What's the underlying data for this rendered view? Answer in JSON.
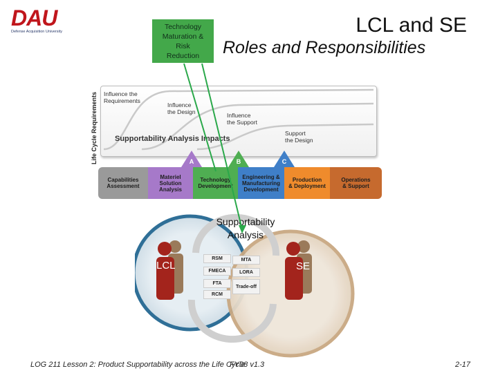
{
  "logo": {
    "text": "DAU",
    "subtitle": "Defense Acquisition University"
  },
  "tech_box": {
    "lines": [
      "Technology",
      "Maturation &",
      "Risk",
      "Reduction"
    ]
  },
  "title": {
    "line1": "LCL and SE",
    "line2": "Roles and Responsibilities"
  },
  "chart": {
    "y_axis": "Life Cycle Requirements",
    "curve_labels": [
      [
        "Influence the",
        "Requirements"
      ],
      [
        "Influence",
        "the Design"
      ],
      [
        "Influence",
        "the Support"
      ],
      [
        "Support",
        "the Design"
      ]
    ],
    "impacts": "Supportability Analysis Impacts",
    "milestones": [
      "A",
      "B",
      "C"
    ],
    "phases": [
      {
        "lines": [
          "Capabilities",
          "Assessment"
        ],
        "color": "#9a9a9a",
        "text": "#1e1e1e"
      },
      {
        "lines": [
          "Materiel",
          "Solution",
          "Analysis"
        ],
        "color": "#a679c9",
        "text": "#1e1e1e"
      },
      {
        "lines": [
          "Technology",
          "Development"
        ],
        "color": "#4fae52",
        "text": "#1e1e1e"
      },
      {
        "lines": [
          "Engineering &",
          "Manufacturing",
          "Development"
        ],
        "color": "#3f7fc8",
        "text": "#1e1e1e"
      },
      {
        "lines": [
          "Production",
          "& Deployment"
        ],
        "color": "#ef8b2c",
        "text": "#1e1e1e"
      },
      {
        "lines": [
          "Operations",
          "& Support"
        ],
        "color": "#c66a2e",
        "text": "#1e1e1e"
      }
    ]
  },
  "venn": {
    "center_label": [
      "Supportability",
      "Analysis"
    ],
    "left": "LCL",
    "right": "SE",
    "tools": [
      "RSM",
      "MTA",
      "FMECA",
      "LORA",
      "FTA",
      "Trade-off",
      "RCM"
    ]
  },
  "footer": {
    "text": "LOG 211 Lesson 2: Product Supportability across the Life Cycle",
    "overlay": "FY08 v1.3",
    "page": "2-17"
  },
  "colors": {
    "logo_red": "#c0161c",
    "tech_green": "#43a84a",
    "lcl_circle": "#2f6f97",
    "se_circle": "#c9a882"
  }
}
